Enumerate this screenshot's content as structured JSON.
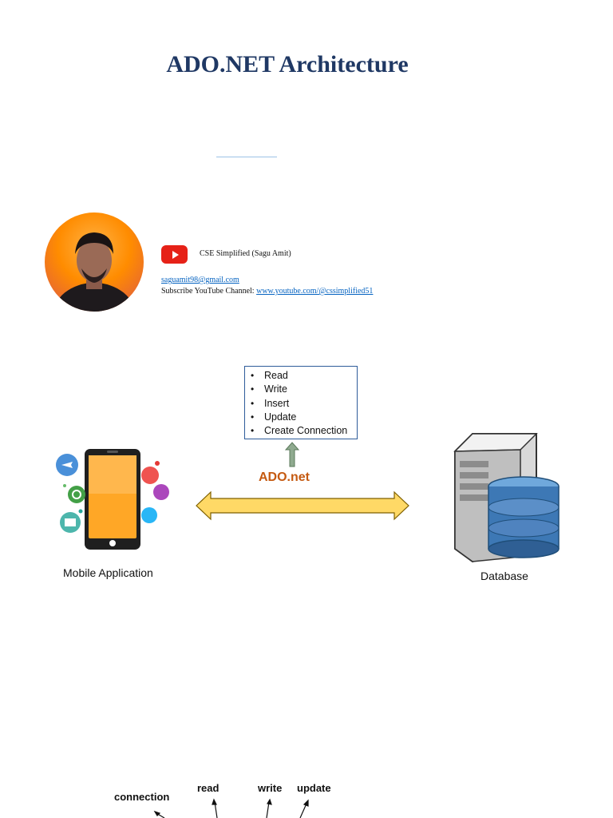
{
  "page": {
    "title": "ADO.NET Architecture"
  },
  "author": {
    "channel_name": "CSE Simplified (Sagu Amit)",
    "email": "saguamit98@gmail.com",
    "subscribe_label": "Subscribe YouTube Channel: ",
    "youtube_url": "www.youtube.com/@cssimplified51",
    "icon": "youtube-icon"
  },
  "diagram": {
    "operations": [
      "Read",
      "Write",
      "Insert",
      "Update",
      "Create Connection"
    ],
    "ado_label": "ADO.net",
    "left_caption": "Mobile Application",
    "right_caption": "Database",
    "colors": {
      "arrow_fill": "#ffd966",
      "arrow_stroke": "#806000",
      "up_arrow": "#7f9f7f",
      "box_border": "#2e5c9a",
      "ado_text": "#c55a11"
    }
  },
  "bottom_diagram": {
    "labels": [
      "connection",
      "read",
      "write",
      "update"
    ]
  }
}
